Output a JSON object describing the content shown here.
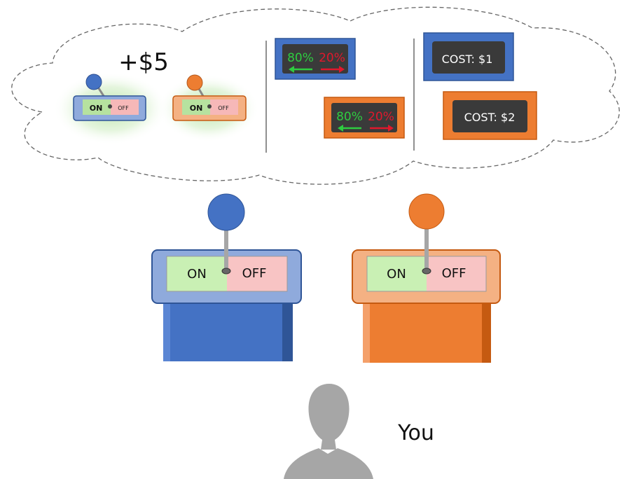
{
  "thought": {
    "reward": "+$5",
    "mini_blue": {
      "on": "ON",
      "off": "OFF"
    },
    "mini_orange": {
      "on": "ON",
      "off": "OFF"
    },
    "prob_blue": {
      "left": "80%",
      "right": "20%"
    },
    "prob_orange": {
      "left": "80%",
      "right": "20%"
    },
    "cost_blue": "COST: $1",
    "cost_orange": "COST: $2"
  },
  "levers": {
    "blue": {
      "on": "ON",
      "off": "OFF"
    },
    "orange": {
      "on": "ON",
      "off": "OFF"
    }
  },
  "person_label": "You",
  "colors": {
    "blue": "#4472c4",
    "orange": "#ed7d31",
    "on_green": "#d5f5c4",
    "off_pink": "#f8c4c4",
    "lcd_green": "#2ecc40",
    "lcd_red": "#e0182c",
    "silhouette": "#a6a6a6"
  }
}
